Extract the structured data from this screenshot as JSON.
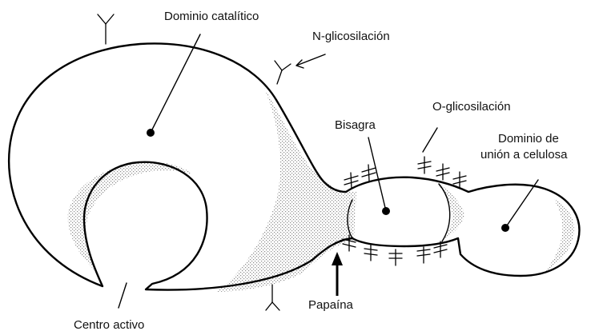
{
  "labels": {
    "catalytic_domain": "Dominio catalítico",
    "n_glycosylation": "N-glicosilación",
    "o_glycosylation": "O-glicosilación",
    "hinge": "Bisagra",
    "binding_domain_line1": "Dominio de",
    "binding_domain_line2": "unión a celulosa",
    "papain": "Papaína",
    "active_center": "Centro activo"
  },
  "colors": {
    "outline": "#000000",
    "stipple": "#8a8a8a",
    "background": "#ffffff"
  }
}
